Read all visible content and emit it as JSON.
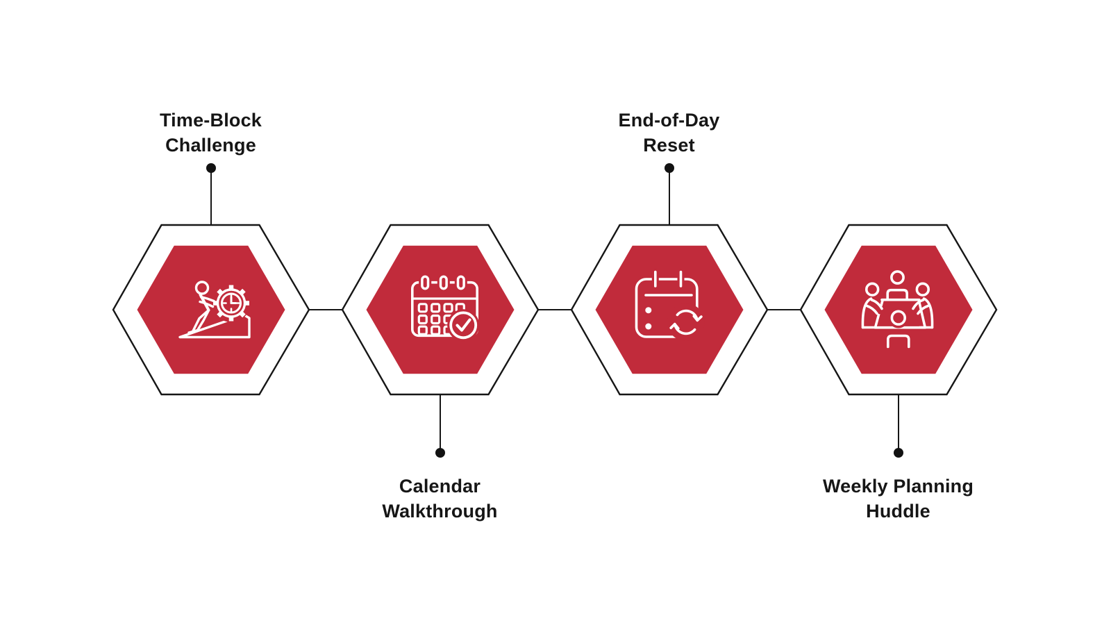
{
  "diagram": {
    "title": "",
    "background_color": "#ffffff",
    "outline_color": "#161616",
    "accent_red": "#C12B3B",
    "text_color": "#161616",
    "nodes": [
      {
        "label_line1": "Time-Block",
        "label_line2": "Challenge",
        "label_position": "top",
        "icon": "person-pushing-gear-clock-uphill-icon"
      },
      {
        "label_line1": "Calendar",
        "label_line2": "Walkthrough",
        "label_position": "bottom",
        "icon": "calendar-checkmark-icon"
      },
      {
        "label_line1": "End-of-Day",
        "label_line2": "Reset",
        "label_position": "top",
        "icon": "calendar-sync-arrows-icon"
      },
      {
        "label_line1": "Weekly Planning",
        "label_line2": "Huddle",
        "label_position": "bottom",
        "icon": "meeting-people-around-table-icon"
      }
    ]
  }
}
